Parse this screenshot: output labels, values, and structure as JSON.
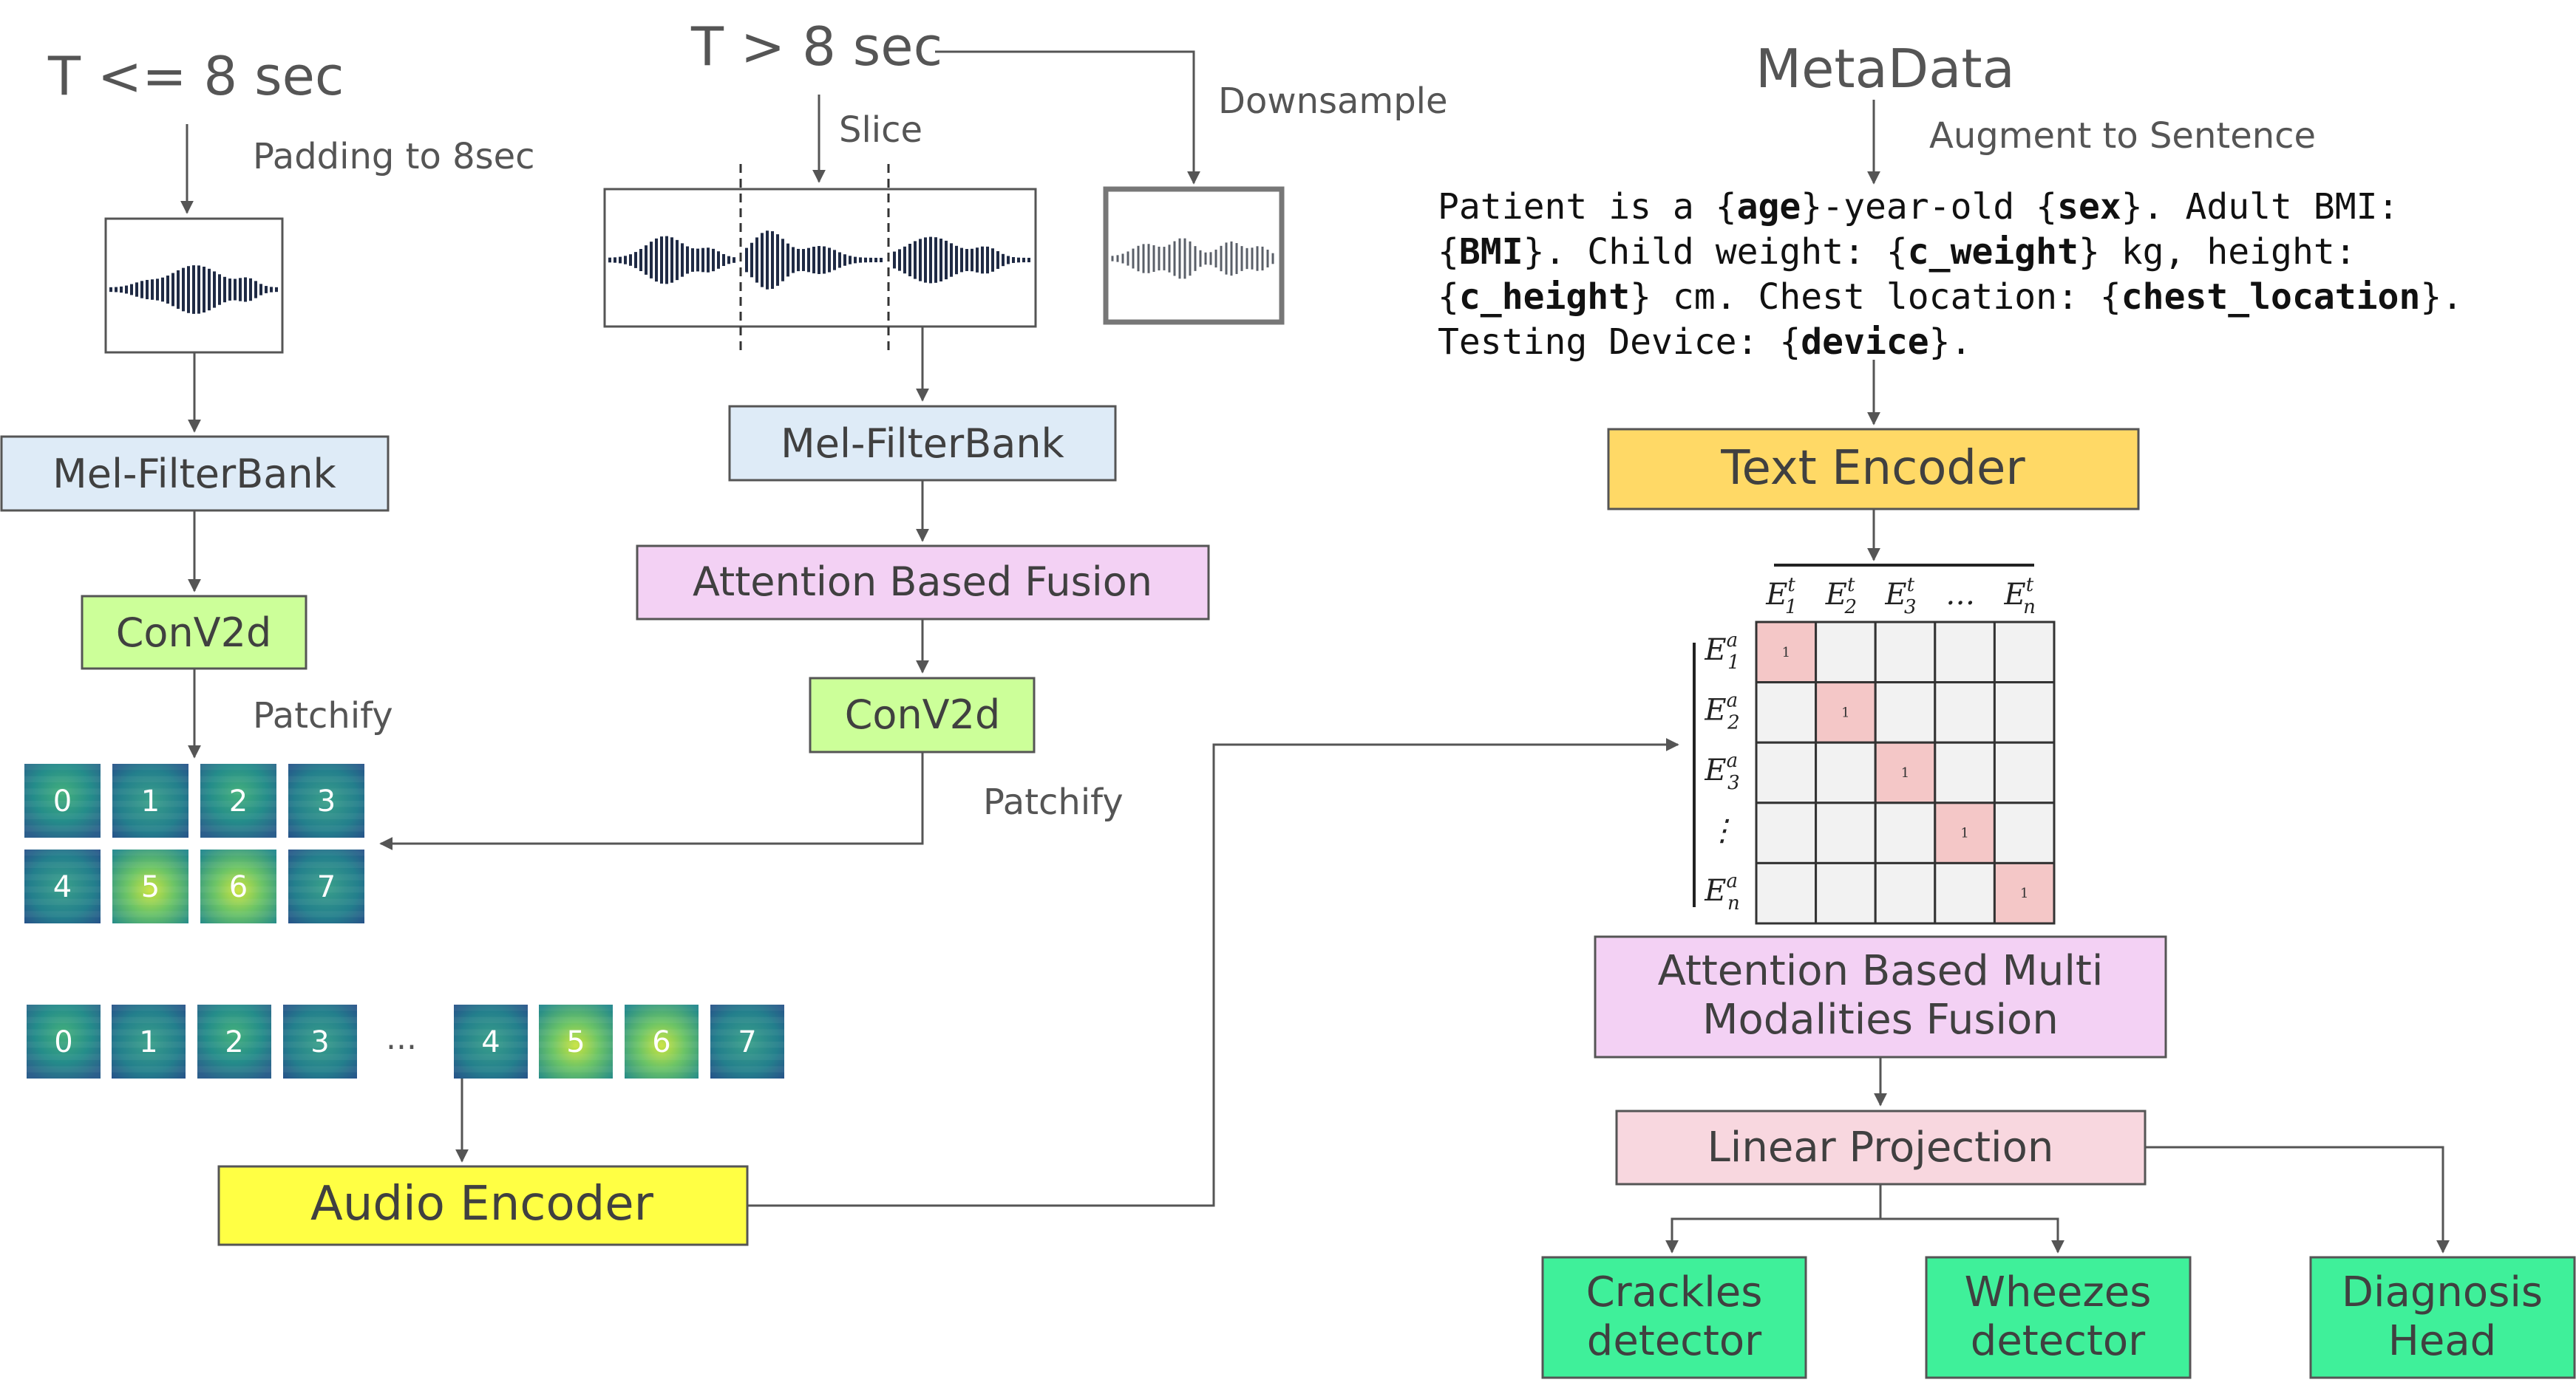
{
  "left_branch": {
    "title": "T <= 8 sec",
    "padding_label": "Padding to 8sec",
    "melfb": "Mel-FilterBank",
    "conv": "ConV2d",
    "patchify": "Patchify"
  },
  "middle_branch": {
    "title": "T > 8 sec",
    "slice_label": "Slice",
    "downsample_label": "Downsample",
    "melfb": "Mel-FilterBank",
    "fusion": "Attention Based Fusion",
    "conv": "ConV2d",
    "patchify": "Patchify"
  },
  "patches": {
    "grid_numbers": [
      "0",
      "1",
      "2",
      "3",
      "4",
      "5",
      "6",
      "7"
    ],
    "row_numbers": [
      "0",
      "1",
      "2",
      "3",
      "4",
      "5",
      "6",
      "7"
    ],
    "ellipsis": "..."
  },
  "audio_encoder": "Audio Encoder",
  "metadata": {
    "title": "MetaData",
    "augment_label": "Augment to Sentence",
    "sentence": [
      [
        {
          "t": "Patient is a {",
          "b": false
        },
        {
          "t": "age",
          "b": true
        },
        {
          "t": "}-year-old {",
          "b": false
        },
        {
          "t": "sex",
          "b": true
        },
        {
          "t": "}. Adult BMI:",
          "b": false
        }
      ],
      [
        {
          "t": "{",
          "b": false
        },
        {
          "t": "BMI",
          "b": true
        },
        {
          "t": "}. Child weight: {",
          "b": false
        },
        {
          "t": "c_weight",
          "b": true
        },
        {
          "t": "} kg, height:",
          "b": false
        }
      ],
      [
        {
          "t": "{",
          "b": false
        },
        {
          "t": "c_height",
          "b": true
        },
        {
          "t": "} cm. Chest location: {",
          "b": false
        },
        {
          "t": "chest_location",
          "b": true
        },
        {
          "t": "}.",
          "b": false
        }
      ],
      [
        {
          "t": "Testing Device: {",
          "b": false
        },
        {
          "t": "device",
          "b": true
        },
        {
          "t": "}.",
          "b": false
        }
      ]
    ]
  },
  "text_encoder": "Text Encoder",
  "matrix": {
    "col_headers": [
      [
        "E",
        "t",
        "1"
      ],
      [
        "E",
        "t",
        "2"
      ],
      [
        "E",
        "t",
        "3"
      ],
      [
        "…",
        "",
        ""
      ],
      [
        "E",
        "t",
        "n"
      ]
    ],
    "row_headers": [
      [
        "E",
        "a",
        "1"
      ],
      [
        "E",
        "a",
        "2"
      ],
      [
        "E",
        "a",
        "3"
      ],
      [
        "⋮",
        "",
        ""
      ],
      [
        "E",
        "a",
        "n"
      ]
    ],
    "diagonal_value": "1"
  },
  "multi_fusion": [
    "Attention Based Multi",
    "Modalities Fusion"
  ],
  "linear_projection": "Linear Projection",
  "heads": {
    "crackles": [
      "Crackles",
      "detector"
    ],
    "wheezes": [
      "Wheezes",
      "detector"
    ],
    "diagnosis": [
      "Diagnosis",
      "Head"
    ]
  },
  "colors": {
    "blue_box": "#deebf7",
    "green_box": "#ccff99",
    "pink_box": "#f3d1f4",
    "yellow_box": "#ffff44",
    "gold_box": "#ffd966",
    "rose_box": "#f8d7df",
    "mint_box": "#3ff09a",
    "diag_cell": "#f4c7c7",
    "cell": "#f2f2f2",
    "line": "#555555",
    "text": "#404040"
  }
}
